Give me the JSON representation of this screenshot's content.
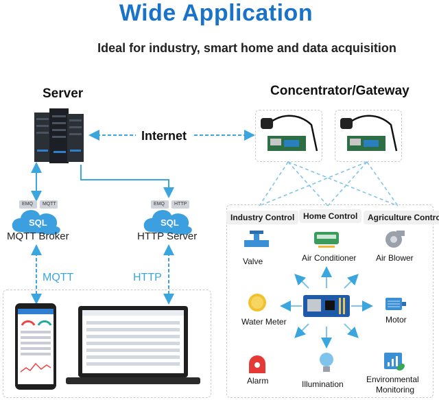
{
  "title": "Wide Application",
  "subtitle": "Ideal for industry, smart home and data acquisition",
  "server": {
    "label": "Server"
  },
  "internet": {
    "label": "Internet"
  },
  "gateway": {
    "label": "Concentrator/Gateway"
  },
  "mqtt_broker": {
    "label": "MQTT Broker",
    "tag_top": "EMQ",
    "tag_right": "MQTT",
    "db": "SQL"
  },
  "http_server": {
    "label": "HTTP Server",
    "tag_top": "EMQ",
    "tag_right": "HTTP",
    "db": "SQL"
  },
  "protocols": {
    "mqtt": "MQTT",
    "http": "HTTP"
  },
  "controls": {
    "industry": "Industry Control",
    "home": "Home Control",
    "agriculture": "Agriculture Control"
  },
  "devices": {
    "valve": "Valve",
    "air_conditioner": "Air Conditioner",
    "air_blower": "Air Blower",
    "water_meter": "Water Meter",
    "motor": "Motor",
    "alarm": "Alarm",
    "illumination": "Illumination",
    "environmental_line1": "Environmental",
    "environmental_line2": "Monitoring"
  },
  "colors": {
    "title": "#1a73c9",
    "arrow": "#3aa6dd",
    "cloud": "#3b9fe0",
    "dashed_border": "#c9c9c9"
  }
}
